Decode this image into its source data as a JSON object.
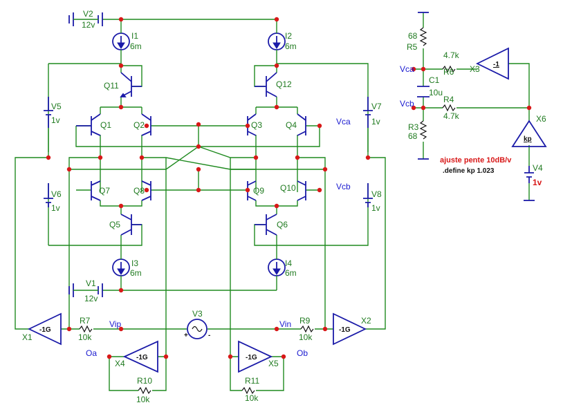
{
  "components": {
    "V2": {
      "name": "V2",
      "value": "12v"
    },
    "V1": {
      "name": "V1",
      "value": "12v"
    },
    "I1": {
      "name": "I1",
      "value": "6m"
    },
    "I2": {
      "name": "I2",
      "value": "6m"
    },
    "I3": {
      "name": "I3",
      "value": "6m"
    },
    "I4": {
      "name": "I4",
      "value": "6m"
    },
    "V5": {
      "name": "V5",
      "value": "1v"
    },
    "V6": {
      "name": "V6",
      "value": "1v"
    },
    "V7": {
      "name": "V7",
      "value": "1v"
    },
    "V8": {
      "name": "V8",
      "value": "1v"
    },
    "V3": {
      "name": "V3"
    },
    "V4": {
      "name": "V4",
      "value": "1v"
    },
    "R7": {
      "name": "R7",
      "value": "10k"
    },
    "R9": {
      "name": "R9",
      "value": "10k"
    },
    "R10": {
      "name": "R10",
      "value": "10k"
    },
    "R11": {
      "name": "R11",
      "value": "10k"
    },
    "R5": {
      "name": "R5",
      "value": "68"
    },
    "R3": {
      "name": "R3",
      "value": "68"
    },
    "R6": {
      "name": "R6",
      "value": "4.7k"
    },
    "R4": {
      "name": "R4",
      "value": "4.7k"
    },
    "C1": {
      "name": "C1",
      "value": "10u"
    },
    "X1": {
      "name": "X1",
      "gain": "-1G"
    },
    "X2": {
      "name": "X2",
      "gain": "-1G"
    },
    "X4": {
      "name": "X4",
      "gain": "-1G"
    },
    "X5": {
      "name": "X5",
      "gain": "-1G"
    },
    "X3": {
      "name": "X3",
      "gain": "-1"
    },
    "X6": {
      "name": "X6",
      "gain": "kp"
    }
  },
  "transistors": [
    "Q1",
    "Q2",
    "Q3",
    "Q4",
    "Q5",
    "Q6",
    "Q7",
    "Q8",
    "Q9",
    "Q10",
    "Q11",
    "Q12"
  ],
  "nets": {
    "vca": "Vca",
    "vcb": "Vcb",
    "vip": "Vip",
    "vin": "Vin",
    "oa": "Oa",
    "ob": "Ob"
  },
  "annotations": {
    "note": "ajuste pente 10dB/v",
    "directive": ".define kp 1.023"
  },
  "colors": {
    "wire": "#1f8a1f",
    "component": "#1a1aa8",
    "node": "#d81818",
    "label": "#1f7a1f",
    "net": "#1a1ad0"
  }
}
